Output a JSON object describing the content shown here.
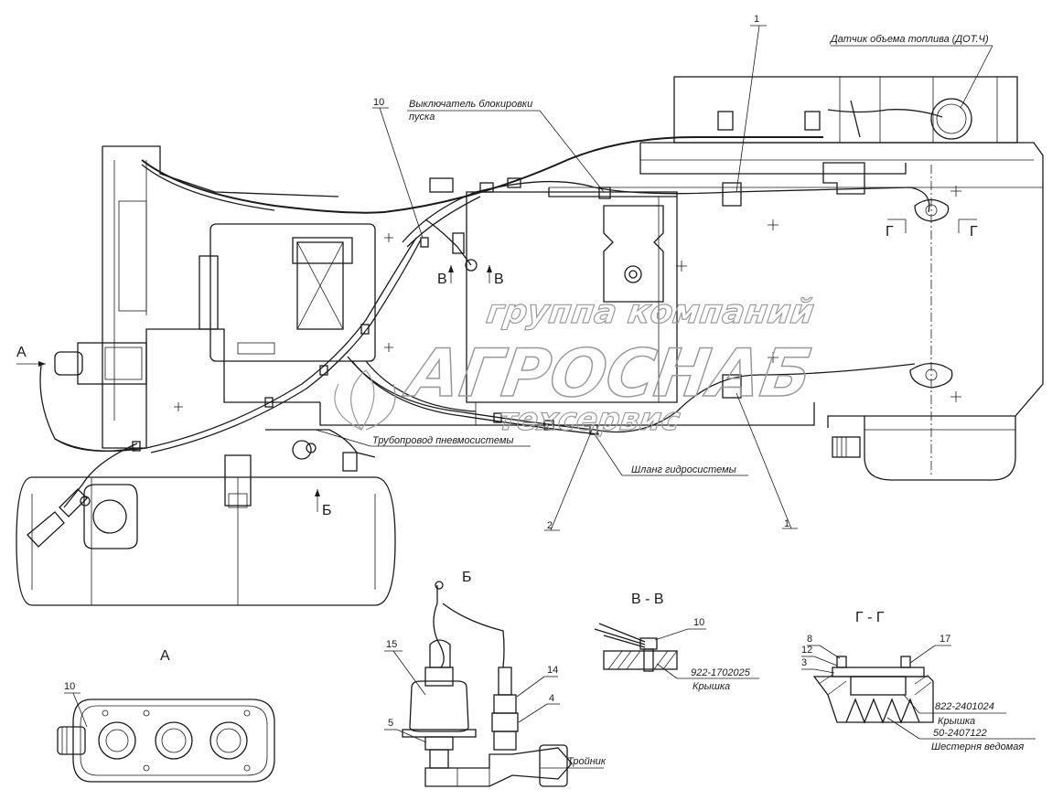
{
  "labels": {
    "fuel_sensor": "Датчик объема топлива (ДОТ.Ч)",
    "start_lock_switch_line1": "Выключатель блокировки",
    "start_lock_switch_line2": "пуска",
    "pneumatic_pipe": "Трубопровод пневмосистемы",
    "hydraulic_hose": "Шланг гидросистемы",
    "tee": "Тройник",
    "cover_part_bb": "922-1702025",
    "cover_bb": "Крышка",
    "cover_part_gg": "822-2401024",
    "cover_gg": "Крышка",
    "gear_part": "50-2407122",
    "gear": "Шестерня ведомая"
  },
  "views": {
    "A": "А",
    "B": "Б",
    "VV": "В - В",
    "GG": "Г - Г",
    "arrow_A": "А",
    "arrow_B": "Б",
    "section_V_left": "В",
    "section_V_right": "В",
    "section_G_left": "Г",
    "section_G_right": "Г"
  },
  "callouts": {
    "c1_top": "1",
    "c1_bottom": "1",
    "c2": "2",
    "c10_main": "10",
    "c10_a": "10",
    "c10_vv": "10",
    "c15": "15",
    "c14": "14",
    "c4": "4",
    "c5": "5",
    "c8": "8",
    "c12": "12",
    "c3": "3",
    "c17": "17"
  },
  "watermark": {
    "line1": "группа компаний",
    "line2": "АГРОСНАБ",
    "line3": "техсервис"
  }
}
